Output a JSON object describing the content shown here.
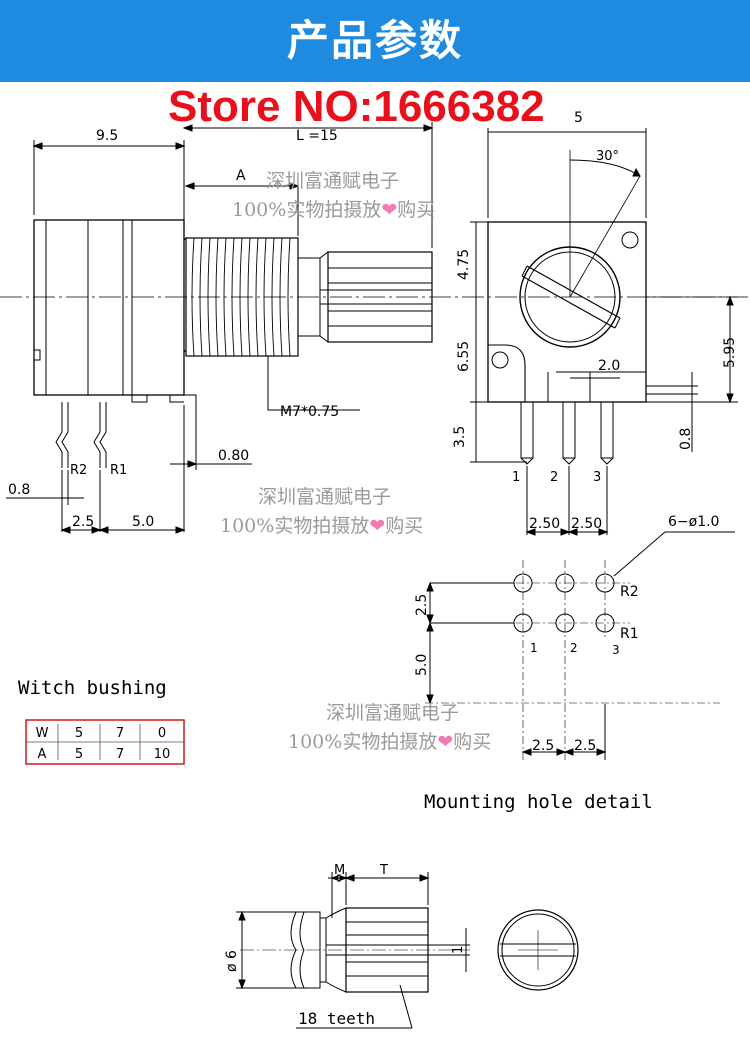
{
  "header": {
    "title": "产品参数"
  },
  "store_label": "Store NO:1666382",
  "watermark": {
    "line1": "深圳富通赋电子",
    "line2_pre": "100%实物拍摄放",
    "line2_post": "购买"
  },
  "side_view": {
    "dim_body": "9.5",
    "dim_length": "L =15",
    "dim_a": "A",
    "thread": "M7*0.75",
    "dim_080": "0.80",
    "dim_08": "0.8",
    "pin_r2": "R2",
    "pin_r1": "R1",
    "dim_25": "2.5",
    "dim_50": "5.0"
  },
  "front_view": {
    "dim_top": "5",
    "angle": "30°",
    "dim_475": "4.75",
    "dim_655": "6.55",
    "dim_595": "5.95",
    "dim_20": "2.0",
    "dim_35": "3.5",
    "dim_08": "0.8",
    "pin1": "1",
    "pin2": "2",
    "pin3": "3",
    "dim_250a": "2.50",
    "dim_250b": "2.50"
  },
  "mounting": {
    "holes": "6−ø1.0",
    "r2": "R2",
    "r1": "R1",
    "dim_25v": "2.5",
    "dim_50v": "5.0",
    "n1": "1",
    "n2": "2",
    "n3": "3",
    "dim_25a": "2.5",
    "dim_25b": "2.5",
    "caption": "Mounting hole detail"
  },
  "bushing": {
    "caption": "Witch bushing",
    "rows": [
      {
        "label": "W",
        "values": [
          "5",
          "7",
          "0"
        ]
      },
      {
        "label": "A",
        "values": [
          "5",
          "7",
          "10"
        ]
      }
    ]
  },
  "shaft": {
    "m": "M",
    "t": "T",
    "dia": "ø 6",
    "one": "1",
    "teeth": "18 teeth"
  },
  "colors": {
    "banner": "#1E8BE0",
    "store": "#E8101A",
    "table_border": "#D21A1A",
    "heart": "#F07BB5"
  }
}
